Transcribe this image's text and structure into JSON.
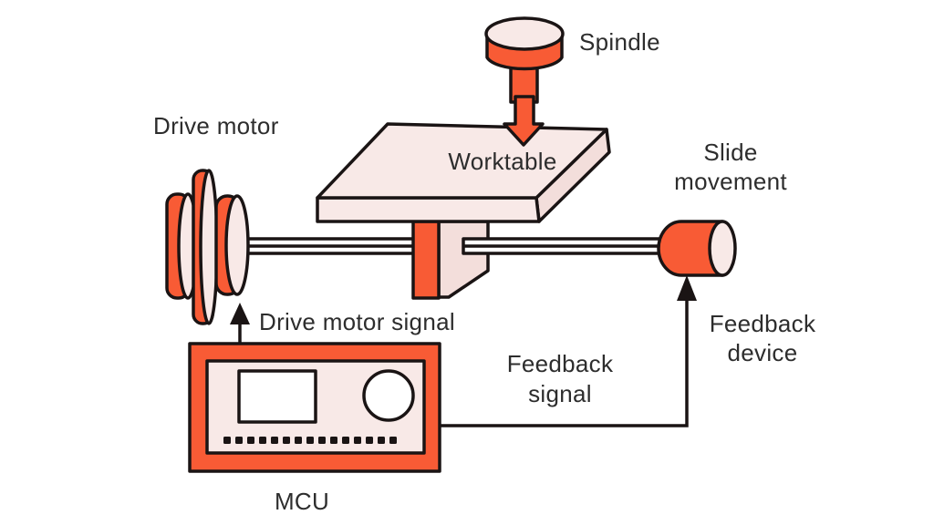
{
  "diagram": {
    "labels": {
      "spindle": "Spindle",
      "worktable": "Worktable",
      "drive_motor": "Drive motor",
      "slide_movement_line1": "Slide",
      "slide_movement_line2": "movement",
      "drive_motor_signal": "Drive motor signal",
      "feedback_signal_line1": "Feedback",
      "feedback_signal_line2": "signal",
      "feedback_device_line1": "Feedback",
      "feedback_device_line2": "device",
      "mcu": "MCU"
    },
    "colors": {
      "accent_orange": "#F85B35",
      "panel_pink": "#F8E9E7",
      "panel_pink_shade": "#F3DEDB",
      "outline": "#1A1414",
      "text": "#2D2D2D",
      "background": "#FFFFFF"
    },
    "mcu": {
      "button_count": 15
    }
  }
}
